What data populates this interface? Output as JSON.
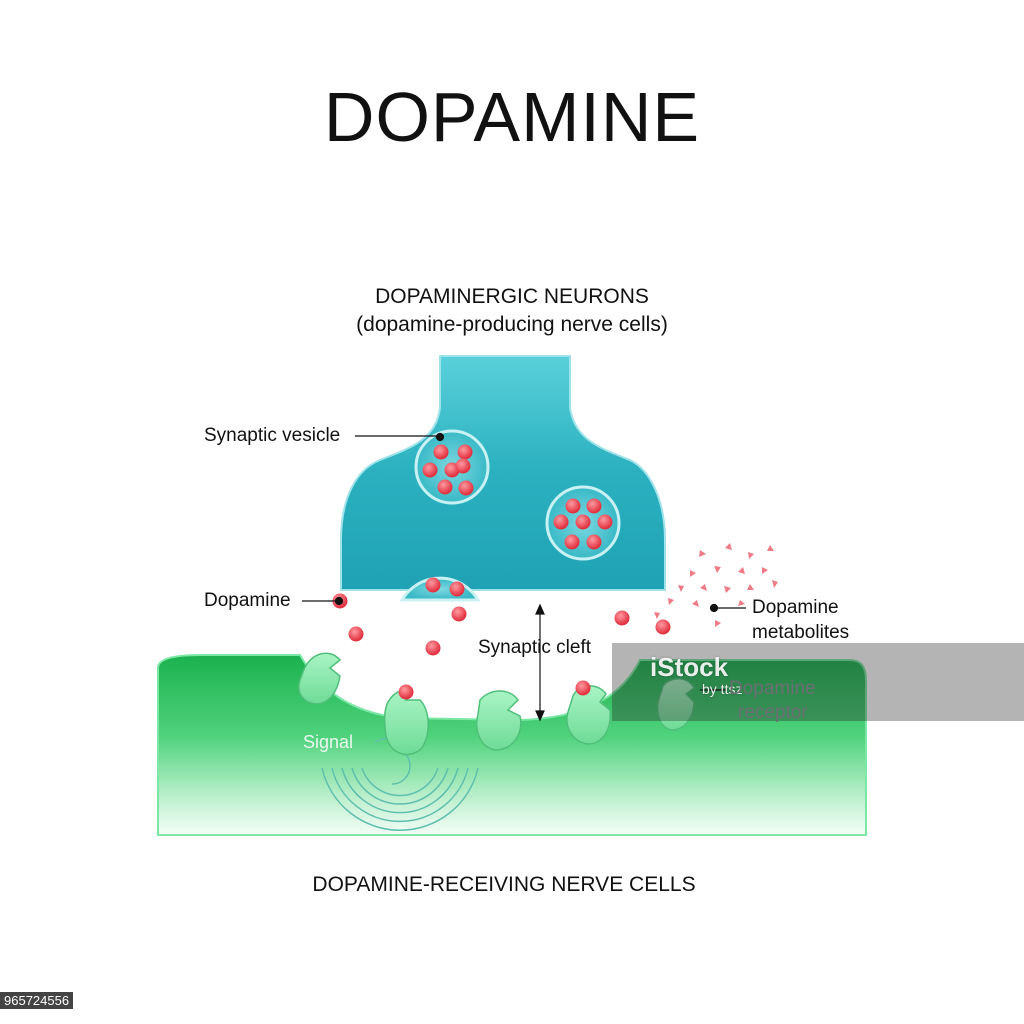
{
  "title": "DOPAMINE",
  "top_heading": {
    "line1": "DOPAMINERGIC NEURONS",
    "line2": "(dopamine-producing nerve cells)"
  },
  "bottom_heading": "DOPAMINE-RECEIVING NERVE CELLS",
  "labels": {
    "synaptic_vesicle": "Synaptic vesicle",
    "dopamine": "Dopamine",
    "dopamine_metabolites_1": "Dopamine",
    "dopamine_metabolites_2": "metabolites",
    "synaptic_cleft": "Synaptic cleft",
    "dopamine_receptor_1": "Dopamine",
    "dopamine_receptor_2": "receptor",
    "signal": "Signal"
  },
  "watermark": {
    "brand": "iStock",
    "credit": "by ttsz"
  },
  "stock_id": "965724556",
  "colors": {
    "presynaptic": "#2fb3bf",
    "postsynaptic": "#37c46a",
    "receptor": "#9cf0bb",
    "dopamine_molecule": "#ee4b55",
    "metabolite": "#f07b86"
  }
}
